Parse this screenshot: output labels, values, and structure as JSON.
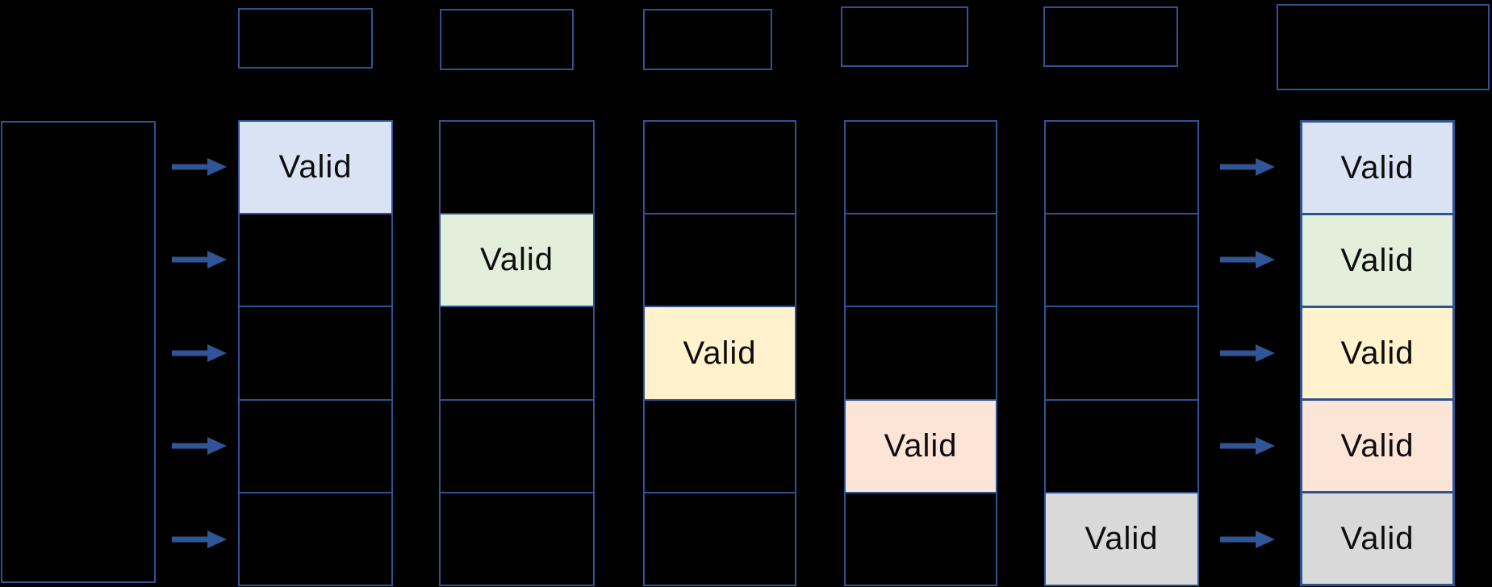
{
  "diagram": {
    "background": "#000000",
    "line_color": "#2e5395",
    "arrow_color": "#2f5597",
    "arrow_icon": "right-arrow-icon",
    "valid_fills": {
      "blue": "#dae3f3",
      "green": "#e2efda",
      "yellow": "#fff2cc",
      "peach": "#fce4d6",
      "gray": "#d9d9d9"
    },
    "header_boxes": [
      {
        "label": ""
      },
      {
        "label": ""
      },
      {
        "label": ""
      },
      {
        "label": ""
      },
      {
        "label": ""
      },
      {
        "label": ""
      }
    ],
    "source_box": {
      "label": ""
    },
    "stage_tables": [
      {
        "rows": [
          {
            "label": "Valid",
            "fill": "#dae3f3"
          },
          {
            "label": "",
            "fill": ""
          },
          {
            "label": "",
            "fill": ""
          },
          {
            "label": "",
            "fill": ""
          },
          {
            "label": "",
            "fill": ""
          }
        ]
      },
      {
        "rows": [
          {
            "label": "",
            "fill": ""
          },
          {
            "label": "Valid",
            "fill": "#e2efda"
          },
          {
            "label": "",
            "fill": ""
          },
          {
            "label": "",
            "fill": ""
          },
          {
            "label": "",
            "fill": ""
          }
        ]
      },
      {
        "rows": [
          {
            "label": "",
            "fill": ""
          },
          {
            "label": "",
            "fill": ""
          },
          {
            "label": "Valid",
            "fill": "#fff2cc"
          },
          {
            "label": "",
            "fill": ""
          },
          {
            "label": "",
            "fill": ""
          }
        ]
      },
      {
        "rows": [
          {
            "label": "",
            "fill": ""
          },
          {
            "label": "",
            "fill": ""
          },
          {
            "label": "",
            "fill": ""
          },
          {
            "label": "Valid",
            "fill": "#fce4d6"
          },
          {
            "label": "",
            "fill": ""
          }
        ]
      },
      {
        "rows": [
          {
            "label": "",
            "fill": ""
          },
          {
            "label": "",
            "fill": ""
          },
          {
            "label": "",
            "fill": ""
          },
          {
            "label": "",
            "fill": ""
          },
          {
            "label": "Valid",
            "fill": "#d9d9d9"
          }
        ]
      }
    ],
    "result_table": {
      "rows": [
        {
          "label": "Valid",
          "fill": "#dae3f3"
        },
        {
          "label": "Valid",
          "fill": "#e2efda"
        },
        {
          "label": "Valid",
          "fill": "#fff2cc"
        },
        {
          "label": "Valid",
          "fill": "#fce4d6"
        },
        {
          "label": "Valid",
          "fill": "#d9d9d9"
        }
      ]
    }
  }
}
